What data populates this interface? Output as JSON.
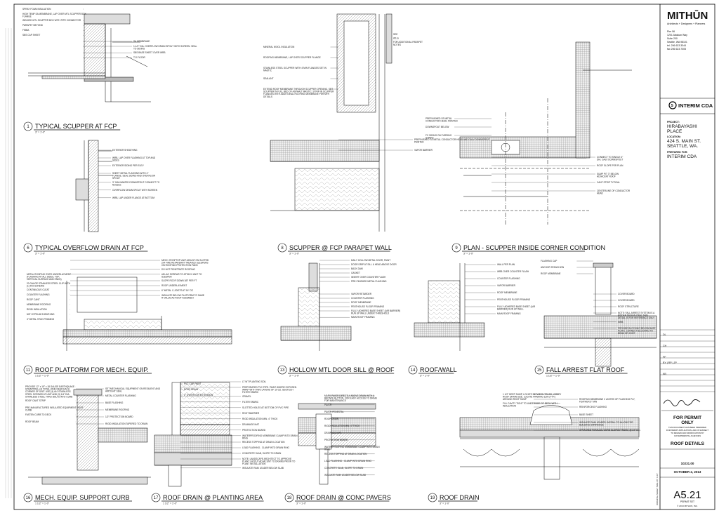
{
  "firm": {
    "name": "MITHŪN",
    "tagline": "Architects + Designers + Planners",
    "addr1": "Pier 56",
    "addr2": "1201 Alaskan Way",
    "addr3": "Suite 200",
    "addr4": "Seattle, WA 98101",
    "tel": "tel. 206 623.3344",
    "fax": "fax 206 623.7005"
  },
  "client_logo": "INTERIM CDA",
  "project": {
    "label": "PROJECT:",
    "name1": "HIRABAYASHI",
    "name2": "PLACE",
    "loc_label": "LOCATION:",
    "loc1": "424 S. MAIN ST.",
    "loc2": "SEATTLE, WA.",
    "prep_label": "PREPARED FOR:",
    "prep": "INTERIM CDA"
  },
  "rev_codes": [
    "DL",
    "CH",
    "FF",
    "BY | RP | JP",
    "KB"
  ],
  "permit": {
    "l1": "FOR PERMIT",
    "l2": "ONLY",
    "note1": "THIS DOCUMENT HAS BEEN PREPARED",
    "note2": "FOR PERMIT APPLICATION, AND IS SUBJECT",
    "note3": "TO REVIEW AND MODIFICATION BY",
    "note4": "GOVERNMENTAL AGENCIES"
  },
  "sheet_title": "ROOF DETAILS",
  "job_no": "10231.00",
  "date": "OCTOBER 2, 2013",
  "sheet_no": "A5.21",
  "set": "PERMIT SET",
  "copyright": "© 2013 MITHUN, INC.",
  "size_note": "ORIGINAL SHEET SIZE 36\" X 24\"",
  "details": [
    {
      "num": "1",
      "title": "TYPICAL SCUPPER AT FCP",
      "scale": "3\" = 1'-0\""
    },
    {
      "num": "6",
      "title": "TYPICAL OVERFLOW DRAIN AT FCP",
      "scale": "3\" = 1'-0\""
    },
    {
      "num": "8",
      "title": "SCUPPER @ FCP PARAPET WALL",
      "scale": "3\" = 1'-0\""
    },
    {
      "num": "9",
      "title": "PLAN - SCUPPER INSIDE CORNER CONDITION",
      "scale": "3\" = 1'-0\""
    },
    {
      "num": "11",
      "title": "ROOF PLATFORM FOR MECH. EQUIP.",
      "scale": "1 1/2\" = 1'-0\""
    },
    {
      "num": "13",
      "title": "HOLLOW MTL DOOR SILL @ ROOF",
      "scale": "3\" = 1'-0\""
    },
    {
      "num": "14",
      "title": "ROOF/WALL",
      "scale": "3\" = 1'-0\""
    },
    {
      "num": "15",
      "title": "FALL ARREST FLAT ROOF",
      "scale": "1 1/2\" = 1'-0\""
    },
    {
      "num": "16",
      "title": "MECH. EQUIP. SUPPORT CURB",
      "scale": "1 1/2\" = 1'-0\""
    },
    {
      "num": "17",
      "title": "ROOF DRAIN @ PLANTING AREA",
      "scale": "1 1/2\" = 1'-0\""
    },
    {
      "num": "18",
      "title": "ROOF DRAIN @ CONC PAVERS",
      "scale": "3\" = 1'-0\""
    },
    {
      "num": "19",
      "title": "ROOF DRAIN",
      "scale": "3\" = 1'-0\""
    }
  ],
  "notes": {
    "d1": [
      "SPRAY FOAM INSULATION",
      "HIGH TEMP SA MEMBRANE, LAP OVER MTL SCUPPER BOX FLANGE",
      "WELDED MTL SCUPPER BOX WITH PIPE CONNECTOR",
      "PARAPET BEYOND",
      "FMMA",
      "SBS CAP SHEET",
      "SA MEMBRANE",
      "1-1/2\" DIA. OVERFLOW DRAIN SPOUT WITH SCREEN. SEAL TO SIDING",
      "SBS BASE SHEET OVER WRB",
      "T.O.FLOOR"
    ],
    "d6": [
      "EXTERIOR SHEATHING",
      "WRB, LAP OVER FLASHING AT TOP AND SIDES",
      "EXTERIOR SIDING PER ELEV",
      "SHEET METAL FLASHING WITH 4\" FLANGE. SEAL SIDING AND OVERFLOW SPOUT",
      "3\" GALVANIZED DOWNSPOUT CONNECT TO NOZZLE",
      "OVERFLOW DRAIN SPOUT WITH SCREEN",
      "WRB, LAP UNDER FLANGE AT BOTTOM"
    ],
    "d8": [
      "MINERAL WOOL INSULATION",
      "ROOFING MEMBRANE, LAP OVER SCUPPER FLANGE",
      "STAINLESS STEEL SCUPPER WITH 4\"MIN FLANGES SET IN MASTIC",
      "SEALANT",
      "EXTEND ROOF MEMBRANE THROUGH SCUPPER OPENING. SET SCUPPER IN FULL BED OF ASPHALT MASTIC. STRIP-IN SCUPPER FLANGES WITH ADDITIONAL ROOFING MEMBRANE PER MFR DETAILS",
      "PREFINISHED SS METAL CONDUCTOR HEAD AND GALV DOWNSPOUT, PAINTED",
      "VAPOR BARRIER"
    ],
    "d8b": [
      "SEE",
      "A5.xx",
      "FOR ADDITIONAL PARAPET NOTES"
    ],
    "d9": [
      "PREFINISHED SS METAL CONDUCTOR HEAD, PAINTED",
      "DOWNSPOUT BELOW",
      "FC SIDING ON FURRING STRIPS",
      "CONNECT TO SINGLE 4\" DIA. GALV DOWNSPOUT",
      "ROOF SLOPE PER PLAN",
      "SUMP PIT 3\" BELOW ADJACENT ROOF",
      "CANT STRIP TYPICAL",
      "CENTERLINE OF CONDUCTOR HEAD"
    ],
    "d11": [
      "METAL ROOFING OVER UNDERLAYMENT (FLASHING AT ALL SIDES, TOP, VERTICAL SURFACE AND ENDS)",
      "20 GAUGE STAINLESS STEEL CLIP WITH (1) #10 SCREWS",
      "CONTINUOUS CLEAT",
      "COUNTER FLASHING",
      "ROOF CANT",
      "MEMBRANE ROOFING",
      "RIGID INSULATION",
      "5/8\" GYPSUM SHEATHING",
      "4\" METAL STUD FRAMING",
      "MECH. ROOFTOP UNIT-MOUNT ON SLOPED 2x4 FIRE RETARDANT TREATED SLEEPERS ON ROOFING PROTECTION PADS",
      "DO NOT PENETRATE ROOFING",
      "#8 LAG SCREWS TO ATTACH UNIT TO SLEEPER",
      "SLOPE ROOF DOWN 3/8\" PER FT",
      "ROOF UNDERLAYMENT",
      "6\" METAL C-JOISTS AT 16\" OC",
      "INSULATE BELOW PLATFORM TO SAME R-VALUE AS ROOF ASSEMBLY"
    ],
    "d13": [
      "DAILY HOLLOW METAL DOOR, PAINT",
      "DOOR DRIP AT SILL & HEAD ABOVE DOOR",
      "BACK DAM",
      "GASKET",
      "INSERT OVER COUNTER FLASH",
      "PRE-FINISHED METAL FLASHING",
      "VAPOR RETARDER",
      "COUNTER FLASHING",
      "ROOF MEMBRANE",
      "PENTHOUSE FLOOR FRAMING",
      "FULLY ADHERED BASE SHEET (AIR BARRIER) RUN UP WALL UNDER THRESHOLD",
      "MAIN ROOF FRAMING"
    ],
    "d14": [
      "WALL PER PLAN",
      "WRB OVER COUNTER FLASH",
      "COUNTER FLASHING",
      "VAPOR BARRIER",
      "ROOF MEMBRANE",
      "PENTHOUSE FLOOR FRAMING",
      "FULLY ADHERED BASE SHEET (AIR BARRIER) RUN UP WALL",
      "MAIN ROOF FRAMING"
    ],
    "d15": [
      "FLASHING CAP",
      "ANCHOR STANCHION",
      "ROOF MEMBRANE",
      "COVER BOARD",
      "COVER BOARD",
      "ROOF STRUCTURE",
      "NOTE:\nFALL ARREST SYSTEM IS A BIDDER DESIGN ITEM. THIS DETAIL IS FOR REFERENCE ONLY",
      "WRB",
      "PROVIDE BLOCKING BELOW BASE PLATE. CONNECT BLOCKING TO BEAM OR JOIST"
    ],
    "d16": [
      "PROVIDE 12\" x 15\" x 18 GAUGE EARTHQUAKE STRAPPING, (4) TOTAL (ONE NEAR EACH CORNER OF UNIT. USE (4) #10 STAINLESS STEEL SCREWS AT UNIT AND (3) 1/4\" DIA. STAINLESS STEEL THRU BOLTS INTO CURB",
      "ROOF CANT STRIP",
      "PRE-MANUFACTURED INSULATED EQUIPMENT ROOF CURB",
      "FASTEN CURB TO DECK",
      "ROOF BEAM",
      "SET MECHANICAL EQUIPMENT ON RESILIENT AND AIRTIGHT SEAL",
      "METAL COUNTER FLASHING",
      "BASE FLASHING",
      "MEMBRANE ROOFING",
      "1/2\" PROTECTION BOARD",
      "RIGID INSULATION TAPERED TO DRAIN"
    ],
    "d17": [
      "PVC CAP, PAINT",
      "ROOF DRAIN",
      "2\" OVERFLOW EXTENSION",
      "LT WT PLANTING SOIL",
      "PERFORATED PVC PIPE. PAINT WHERE EXPOSED. WRAP WITH TWO LAYERS OF 10 OZ. GEOTECH FILTER FABRIC",
      "GRAVEL",
      "FILTER FABRIC",
      "SLOTTED HOLES AT BOTTOM OF PVC PIPE",
      "ROOT BARRIER",
      "RIGID INSULATION MIN. 4\" THICK",
      "DRAINAGE MAT",
      "PROTECTION BOARD",
      "WATERPROOFING MEMBRANE CLAMP INTO DRAIN RING",
      "RECESS TOPPING AT DRAIN LOCATION",
      "LEAD FLASHING - CLAMP INTO DRAIN RING",
      "CONCRETE SLAB, SLOPE TO DRAIN",
      "NOTE:\nLANDSCAPE ARCHITECT TO APPROVE PLANT LAYOUT ADJACENT TO DRAINS PRIOR TO PLANT INSTALLATION",
      "INSULATE RAIN LEADER BELOW SLAB"
    ],
    "d18": [
      "MARK PAVER DIRECTLY ABOVE DRAIN WITH A BRONZE BUTTON, FOR EASY ACCESS TO DRAIN FOR MAINTENANCE",
      "PAVER",
      "PAVER PEDESTAL",
      "ROOF DRAIN",
      "RIGID INSULATION MIN. 4\" THICK",
      "DRAINAGE MAT",
      "PROTECTION BOARD",
      "WATERPROOFING MEMBRANE CLAMP INTO DRAIN RING",
      "RECESS TOPPING AT DRAIN LOCATION",
      "LEAD FLASHING - CLAMP INTO DRAIN RING",
      "CONCRETE SLAB, SLOPE TO DRAIN",
      "INSULATE RAIN LEADER BELOW SLAB"
    ],
    "d19": [
      "1 1/2\" DEEP SUMP, LOCATE BETWEEN TRUSS, VERIFY ROOF DRAIN SIZE. LOCATE FRAMING 12IN (TYP.) AROUND ROOF SUMP",
      "FILL CAVITY TIGHT TO UNDERSIDE OF DECK WITH INSULATION",
      "ROOFING MEMBRANE 2 LAYERS OF FLASHING PLY, FEATHER 6\" MIN",
      "REINFORCING FLASHING",
      "BASE SHEET",
      "INSULATE RAIN LEADER. INSTALL TO ALLOW FOR BUILDING SHRINKAGE",
      "OPEN WEB PARALLEL CORD SLOPED TRUSS, @ 24\" O.C."
    ]
  }
}
